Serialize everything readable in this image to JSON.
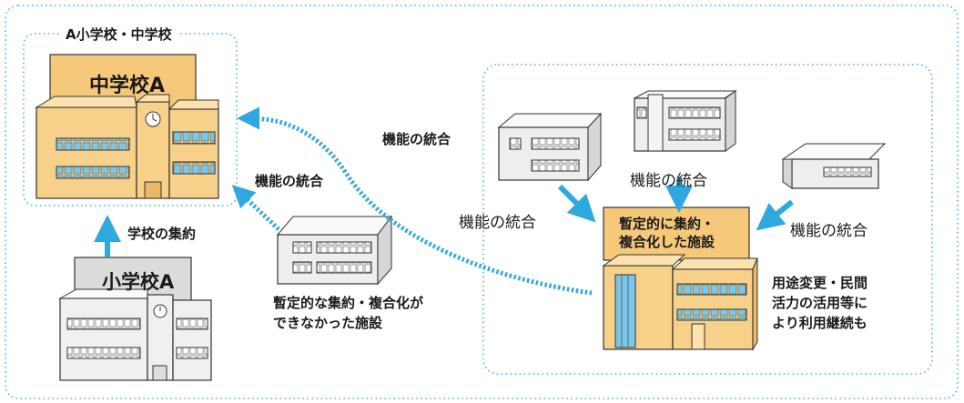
{
  "group_a": {
    "title": "A小学校・中学校"
  },
  "middle_school": {
    "sign": "中学校A"
  },
  "elementary_school": {
    "sign": "小学校A"
  },
  "arrows": {
    "consolidation": "学校の集約",
    "integration_top": "機能の統合",
    "integration_mid": "機能の統合",
    "integration_left_bldg": "機能の統合",
    "integration_center_bldg": "機能の統合",
    "integration_right_bldg": "機能の統合"
  },
  "unconsolidated_note": {
    "line1": "暫定的な集約・複合化が",
    "line2": "できなかった施設"
  },
  "interim_facility": {
    "sign_line1": "暫定的に集約・",
    "sign_line2": "複合化した施設"
  },
  "reuse_note": {
    "line1": "用途変更・民間",
    "line2": "活力の活用等に",
    "line3": "より利用継続も"
  },
  "colors": {
    "frame": "#3cb4e6",
    "arrow": "#2fa8e0",
    "facade": "#f7d08a",
    "sign": "#f5c87a",
    "window": "#7cc7e8"
  }
}
